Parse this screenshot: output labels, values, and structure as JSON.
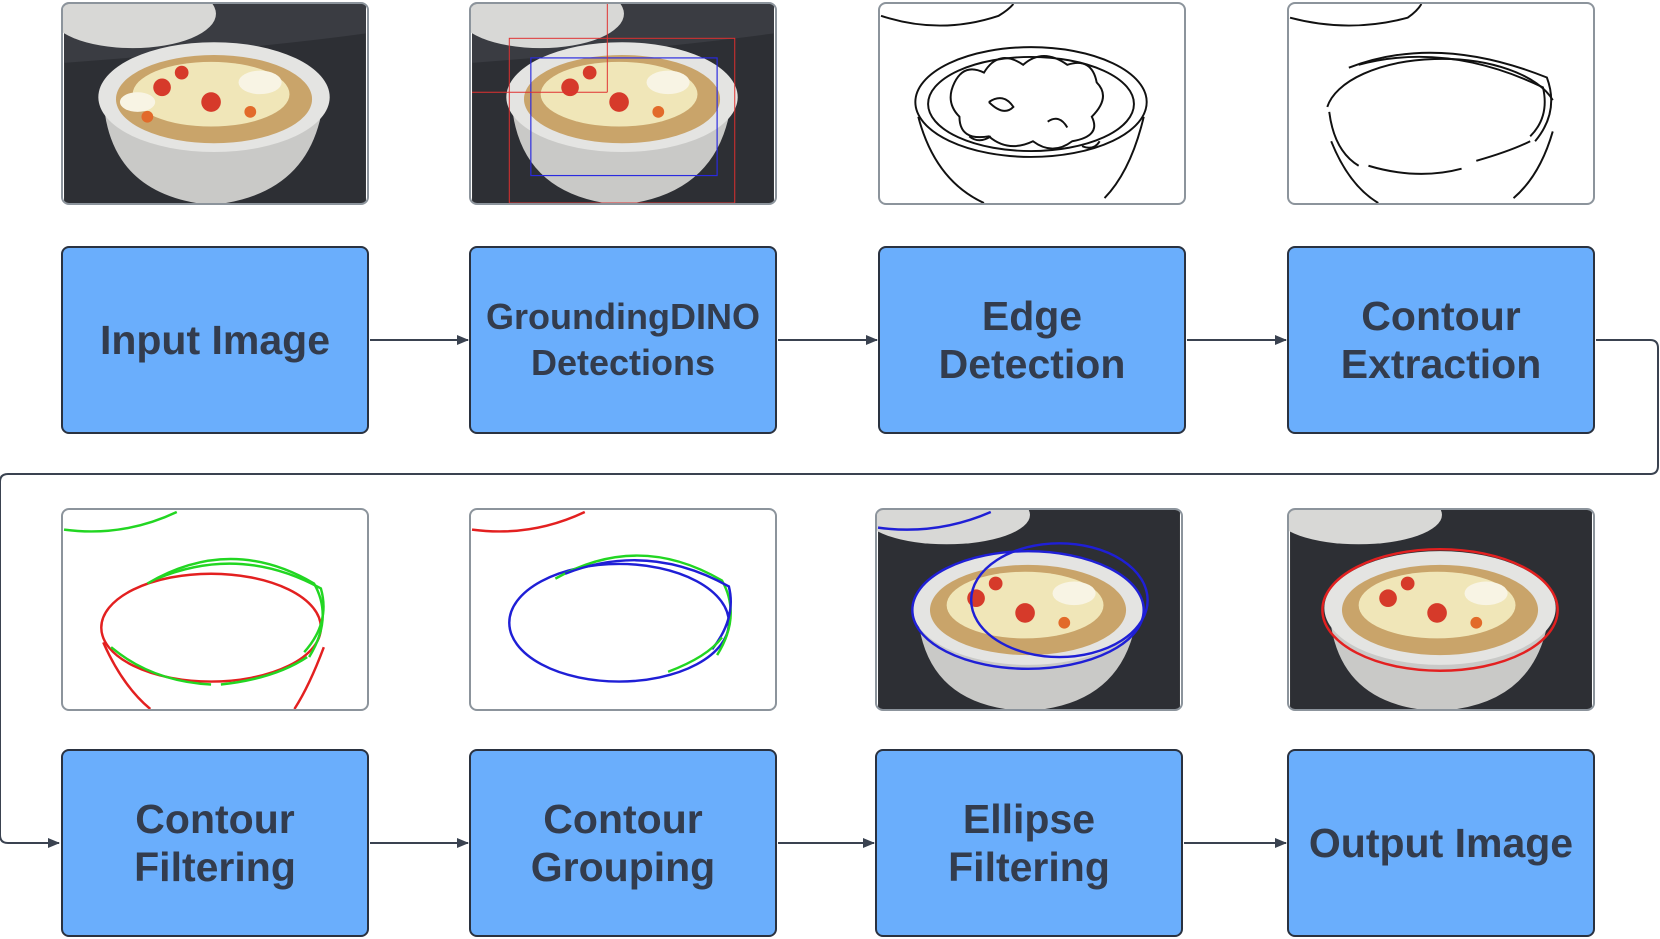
{
  "steps": [
    {
      "id": "input-image",
      "label": "Input Image"
    },
    {
      "id": "groundingdino-detections",
      "label": "GroundingDINO\nDetections"
    },
    {
      "id": "edge-detection",
      "label": "Edge\nDetection"
    },
    {
      "id": "contour-extraction",
      "label": "Contour\nExtraction"
    },
    {
      "id": "contour-filtering",
      "label": "Contour\nFiltering"
    },
    {
      "id": "contour-grouping",
      "label": "Contour\nGrouping"
    },
    {
      "id": "ellipse-filtering",
      "label": "Ellipse\nFiltering"
    },
    {
      "id": "output-image",
      "label": "Output Image"
    }
  ],
  "colors": {
    "box_fill": "#6aaefc",
    "box_border": "#2a3240",
    "text": "#333c4d",
    "arrow": "#3a4250",
    "thumb_border": "#8c949c",
    "contour_red": "#e32020",
    "contour_green": "#22d622",
    "contour_blue": "#1f1fd6"
  }
}
